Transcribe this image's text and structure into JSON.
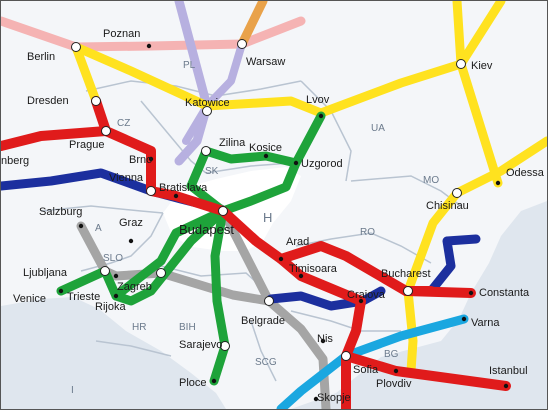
{
  "colors": {
    "sea": "#dfe6ee",
    "land": "#f4f6f9",
    "hungary": "#ffffff",
    "border": "#b9c4d1",
    "red": "#e01b1b",
    "green": "#1ea33a",
    "yellow": "#ffe21f",
    "blue": "#1c2f9e",
    "cyan": "#1aa7e0",
    "grey": "#a5a5a5",
    "lavender": "#b7b0e0",
    "pink": "#f5b3b3",
    "orange": "#e9a24a"
  },
  "cities": {
    "poznan": "Poznan",
    "berlin": "Berlin",
    "warsaw": "Warsaw",
    "kiev": "Kiev",
    "dresden": "Dresden",
    "katowice": "Katowice",
    "lvov": "Lvov",
    "prague": "Prague",
    "nberg": "nberg",
    "zilina": "Zilina",
    "brno": "Brno",
    "kosice": "Kosice",
    "uzgorod": "Uzgorod",
    "odessa": "Odessa",
    "vienna": "Vienna",
    "bratislava": "Bratislava",
    "chisinau": "Chisinau",
    "salzburg": "Salzburg",
    "graz": "Graz",
    "budapest": "Budapest",
    "arad": "Arad",
    "ljubljana": "Ljubljana",
    "timisoara": "Timisoara",
    "bucharest": "Bucharest",
    "venice": "Venice",
    "trieste": "Trieste",
    "zagreb": "Zagreb",
    "constanta": "Constanta",
    "rijeka": "Rijoka",
    "belgrade": "Belgrade",
    "craiova": "Craiova",
    "varna": "Varna",
    "sarajevo": "Sarajevo",
    "nis": "Nis",
    "sofia": "Sofia",
    "istanbul": "Istanbul",
    "plovdiv": "Plovdiv",
    "ploce": "Ploce",
    "skopje": "Skopje"
  },
  "countries": {
    "pl": "PL",
    "ua": "UA",
    "cz": "CZ",
    "sk": "SK",
    "mo": "MO",
    "h": "H",
    "a": "A",
    "ro": "RO",
    "slo": "SLO",
    "hr": "HR",
    "bih": "BIH",
    "scg": "SCG",
    "bg": "BG",
    "i": "I"
  }
}
